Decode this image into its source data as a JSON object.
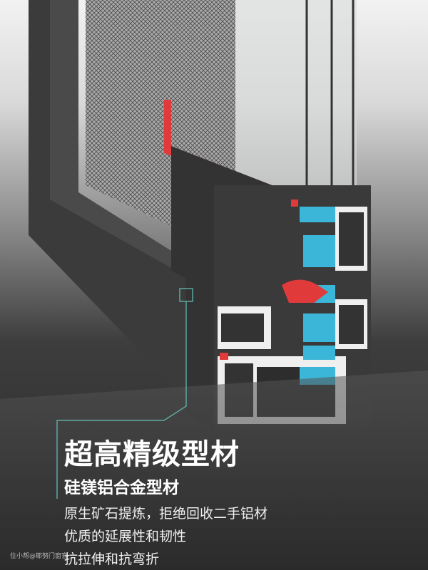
{
  "headline": "超高精级型材",
  "subheadline": "硅镁铝合金型材",
  "features": [
    "原生矿石提炼，拒绝回收二手铝材",
    "优质的延展性和韧性",
    "抗拉伸和抗弯折"
  ],
  "watermark": "住小帮@耶努门窗官方账号",
  "colors": {
    "accent_line": "#5fa8a0",
    "gasket": "#e03a3a",
    "thermal_break": "#3bb6d8",
    "frame": "#3a3a3a"
  }
}
